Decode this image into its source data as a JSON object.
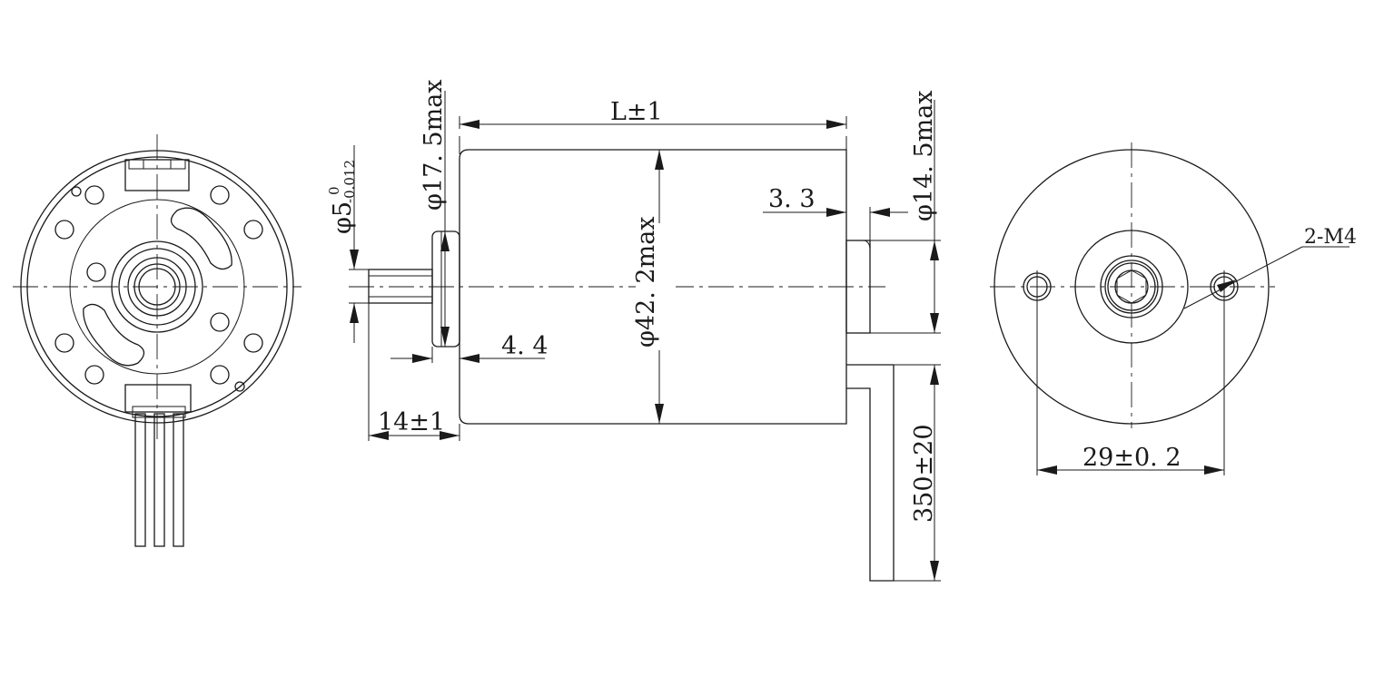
{
  "dimensions": {
    "length": "L±1",
    "body_dia": "φ42. 2max",
    "flange_dia": "φ17. 5max",
    "shaft_dia": "φ5",
    "shaft_tol_upper": "0",
    "shaft_tol_lower": "-0.012",
    "flange_thk": "4. 4",
    "shaft_len": "14±1",
    "rear_boss_len": "3. 3",
    "rear_boss_dia": "φ14. 5max",
    "lead_len": "350±20",
    "hole_spacing": "29±0. 2",
    "hole_callout": "2-M4"
  }
}
